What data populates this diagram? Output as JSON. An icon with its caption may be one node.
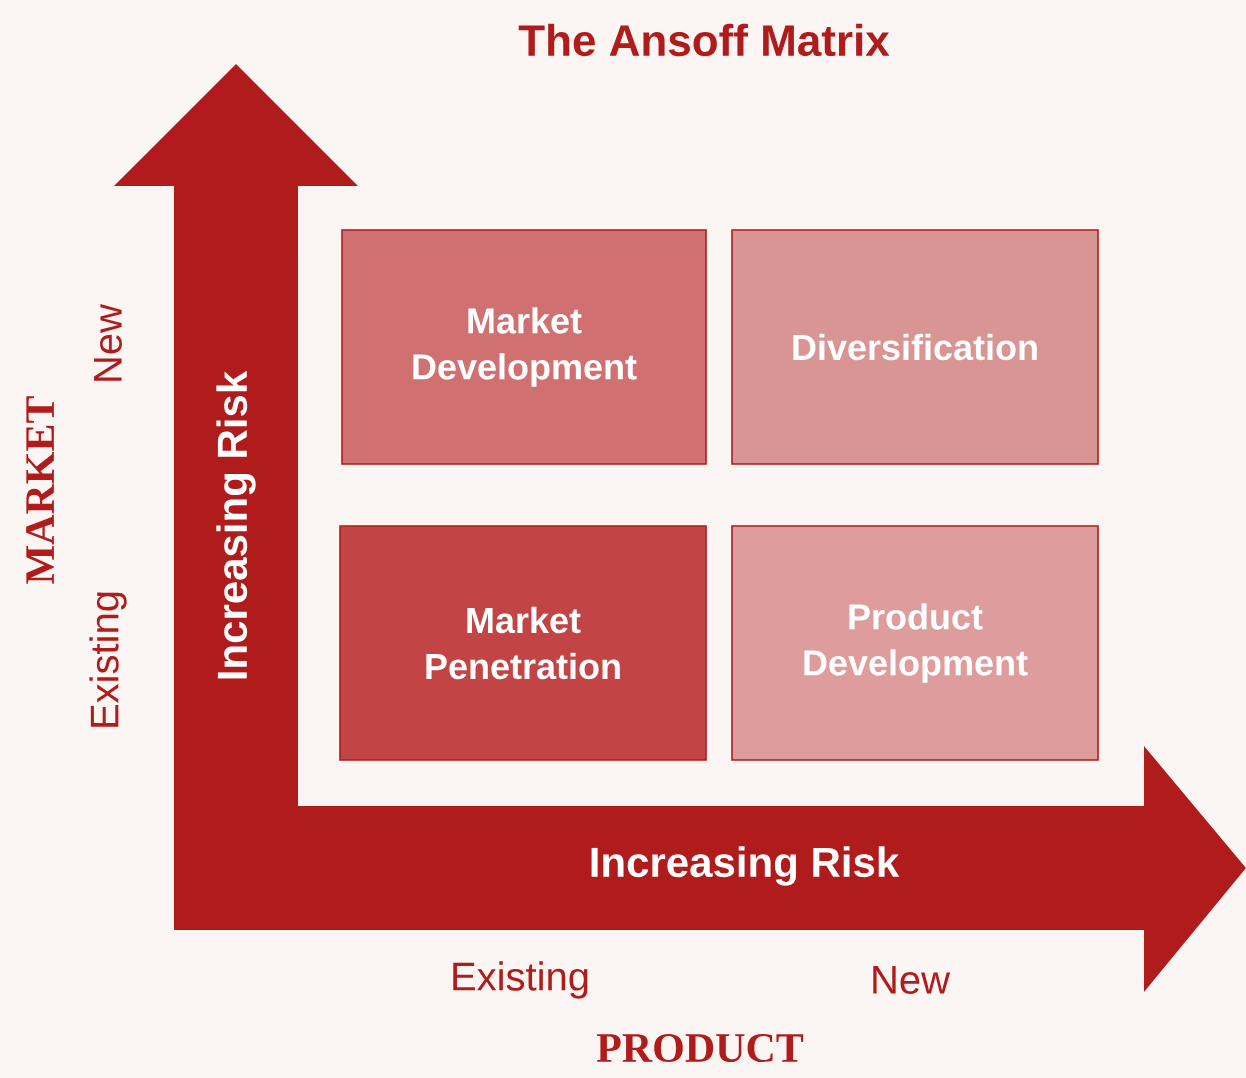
{
  "diagram": {
    "title": "The Ansoff Matrix",
    "nodes": [
      {
        "text": [
          "Market Development"
        ]
      },
      {
        "text": [
          "Diversification"
        ]
      },
      {
        "text": [
          "Market Penetration"
        ]
      },
      {
        "text": [
          "Product Development"
        ]
      }
    ],
    "labels": [
      "Increasing Risk",
      "MARKET",
      "New",
      "Existing",
      "Increasing Risk",
      "Existing",
      "New",
      "PRODUCT"
    ]
  }
}
